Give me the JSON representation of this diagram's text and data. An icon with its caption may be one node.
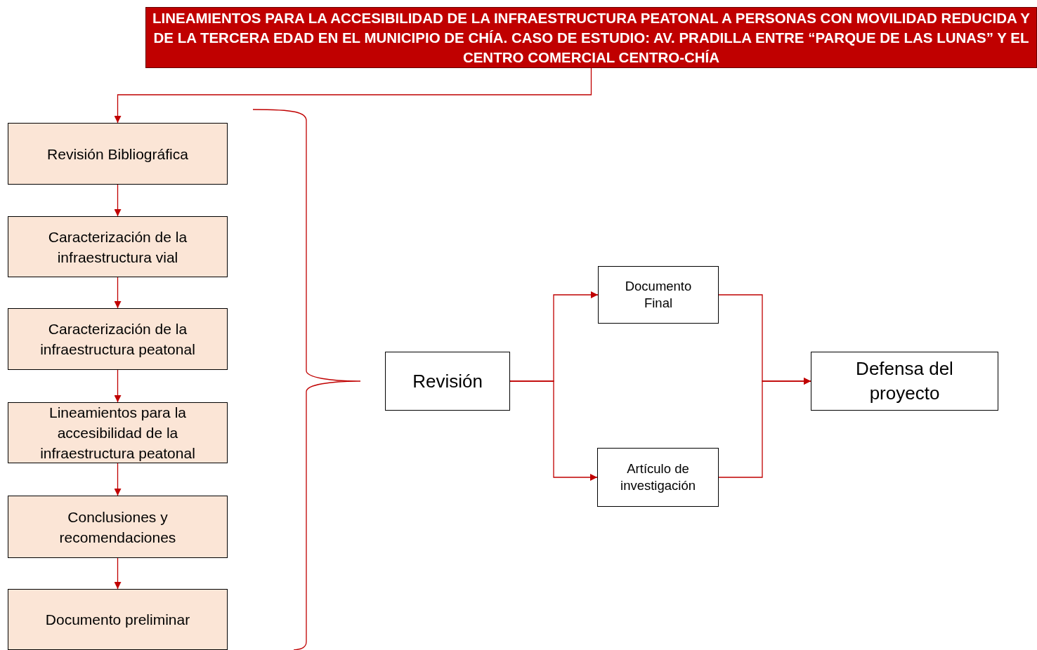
{
  "diagram": {
    "nodes": [
      {
        "text": [
          "LINEAMIENTOS PARA LA ACCESIBILIDAD DE LA INFRAESTRUCTURA PEATONAL A PERSONAS CON MOVILIDAD REDUCIDA Y DE LA TERCERA EDAD EN EL MUNICIPIO DE CHÍA. CASO DE ESTUDIO: AV. PRADILLA ENTRE “PARQUE DE LAS LUNAS” Y EL CENTRO COMERCIAL CENTRO-CHÍA"
        ]
      },
      {
        "text": [
          "Revisión Bibliográfica"
        ]
      },
      {
        "text": [
          "Caracterización de la infraestructura vial"
        ]
      },
      {
        "text": [
          "Caracterización de la infraestructura peatonal"
        ]
      },
      {
        "text": [
          "Lineamientos para la accesibilidad de la infraestructura peatonal"
        ]
      },
      {
        "text": [
          "Conclusiones y recomendaciones"
        ]
      },
      {
        "text": [
          "Documento preliminar"
        ]
      },
      {
        "text": [
          "Revisión"
        ]
      },
      {
        "text": [
          "Documento Final"
        ]
      },
      {
        "text": [
          "Artículo de investigación"
        ]
      },
      {
        "text": [
          "Defensa del proyecto"
        ]
      }
    ],
    "edges": [
      {
        "from": 0,
        "to": 1,
        "arrow": "to"
      },
      {
        "from": 1,
        "to": 2,
        "arrow": "to"
      },
      {
        "from": 2,
        "to": 3,
        "arrow": "to"
      },
      {
        "from": 3,
        "to": 4,
        "arrow": "to"
      },
      {
        "from": 4,
        "to": 5,
        "arrow": "to"
      },
      {
        "from": 5,
        "to": 6,
        "arrow": "to"
      },
      {
        "from": 7,
        "to": 8,
        "arrow": "to"
      },
      {
        "from": 7,
        "to": 9,
        "arrow": "to"
      },
      {
        "from": 8,
        "to": 10,
        "arrow": "to"
      },
      {
        "from": 9,
        "to": 10,
        "arrow": "to"
      }
    ]
  }
}
